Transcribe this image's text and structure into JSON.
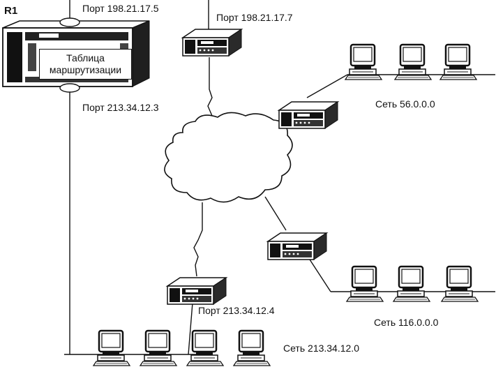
{
  "router_r1": {
    "name": "R1",
    "table_line1": "Таблица",
    "table_line2": "маршрутизации",
    "port_top": "Порт 198.21.17.5",
    "port_bottom": "Порт 213.34.12.3"
  },
  "router_top": {
    "port": "Порт 198.21.17.7"
  },
  "router_bottom": {
    "port": "Порт 213.34.12.4"
  },
  "networks": {
    "net_56": "Сеть 56.0.0.0",
    "net_116": "Сеть 116.0.0.0",
    "net_213": "Сеть 213.34.12.0"
  }
}
